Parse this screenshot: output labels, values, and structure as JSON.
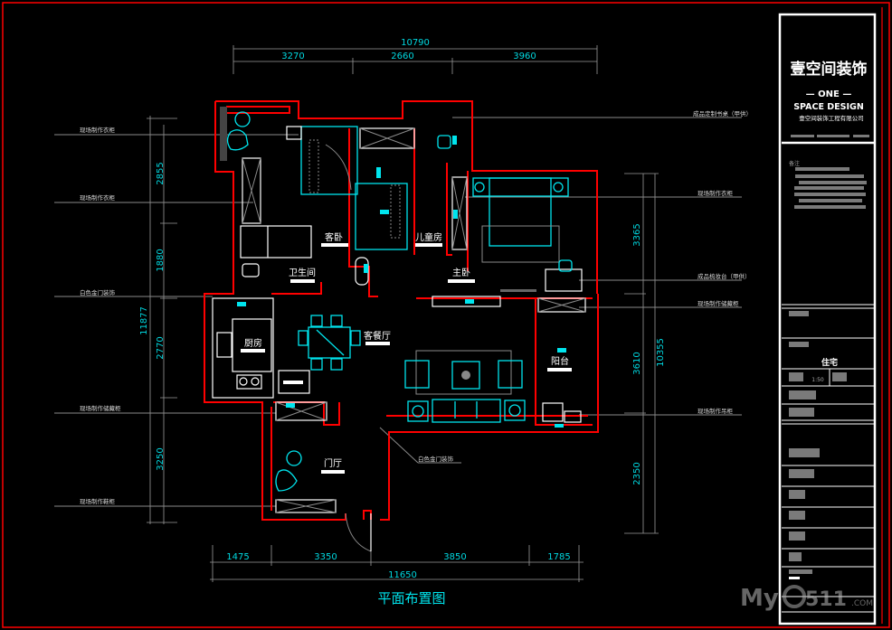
{
  "drawing_title": "平面布置图",
  "dimensions": {
    "top_total": "10790",
    "top_segments": [
      "3270",
      "2660",
      "3960"
    ],
    "left_total": "11877",
    "left_segments": [
      "2855",
      "1880",
      "2770",
      "3250"
    ],
    "right_total": "10355",
    "right_segments": [
      "3365",
      "3610",
      "2350"
    ],
    "bottom_total": "11650",
    "bottom_segments": [
      "1475",
      "3350",
      "3850",
      "1785"
    ]
  },
  "rooms": {
    "guest_bedroom": "客卧",
    "kids_room": "儿童房",
    "bathroom": "卫生间",
    "master_bedroom": "主卧",
    "kitchen": "厨房",
    "living_dining": "客餐厅",
    "balcony": "阳台",
    "foyer": "门厅"
  },
  "annotations": {
    "left": [
      "现场制作衣柜",
      "现场制作衣柜",
      "白色金门装饰",
      "现场制作储藏柜",
      "现场制作鞋柜"
    ],
    "right": [
      "成品定制书桌（甲供）",
      "现场制作衣柜",
      "成品梳妆台（甲供）",
      "现场制作储藏柜",
      "现场制作吊柜"
    ],
    "center": "白色金门装饰"
  },
  "title_block": {
    "company_cn": "壹空间装饰",
    "company_en_line1": "— ONE —",
    "company_en_line2": "SPACE DESIGN",
    "company_full": "壹空间装饰工程有限公司",
    "remarks_label": "备注",
    "project_type": "住宅",
    "scale": "1:50"
  },
  "watermark": "MyO511.COM",
  "colors": {
    "wall": "#ff0000",
    "furniture": "#00e5ee",
    "dimension_text": "#00d8e0",
    "background": "#000000"
  }
}
